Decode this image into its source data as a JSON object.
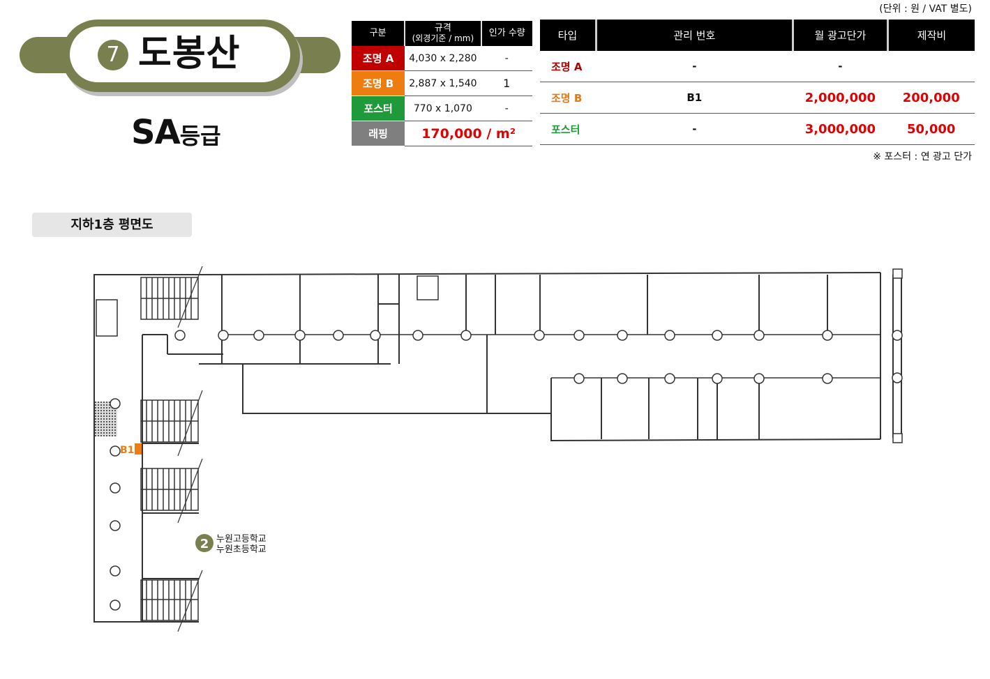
{
  "unit_note": "(단위 : 원 / VAT 별도)",
  "station": {
    "number": "7",
    "name": "도봉산",
    "grade_main": "SA",
    "grade_suffix": "등급"
  },
  "spec_table": {
    "headers": {
      "category": "구분",
      "size": "규격",
      "size_sub": "(외경기준 / mm)",
      "qty": "인가 수량"
    },
    "rows": [
      {
        "label": "조명 A",
        "size": "4,030 x 2,280",
        "qty": "-"
      },
      {
        "label": "조명 B",
        "size": "2,887 x 1,540",
        "qty": "1"
      },
      {
        "label": "포스터",
        "size": "770 x 1,070",
        "qty": "-"
      }
    ],
    "wrapping": {
      "label": "래핑",
      "price": "170,000 / m²"
    }
  },
  "price_table": {
    "headers": {
      "type": "타입",
      "id": "관리 번호",
      "monthly": "월 광고단가",
      "production": "제작비"
    },
    "rows": [
      {
        "type": "조명 A",
        "id": "-",
        "monthly": "-",
        "production": ""
      },
      {
        "type": "조명 B",
        "id": "B1",
        "monthly": "2,000,000",
        "production": "200,000"
      },
      {
        "type": "포스터",
        "id": "-",
        "monthly": "3,000,000",
        "production": "50,000"
      }
    ]
  },
  "poster_note": "※ 포스터 : 연 광고 단가",
  "floor_plan": {
    "title": "지하1층 평면도",
    "marker_label": "B1",
    "exit_number": "2",
    "exit_lines": [
      "누원고등학교",
      "누원초등학교"
    ]
  },
  "colors": {
    "badge": "#7a7f4f",
    "red": "#c00000",
    "orange": "#ed7d10",
    "green": "#1e9a3a",
    "gray": "#7f7f7f"
  }
}
